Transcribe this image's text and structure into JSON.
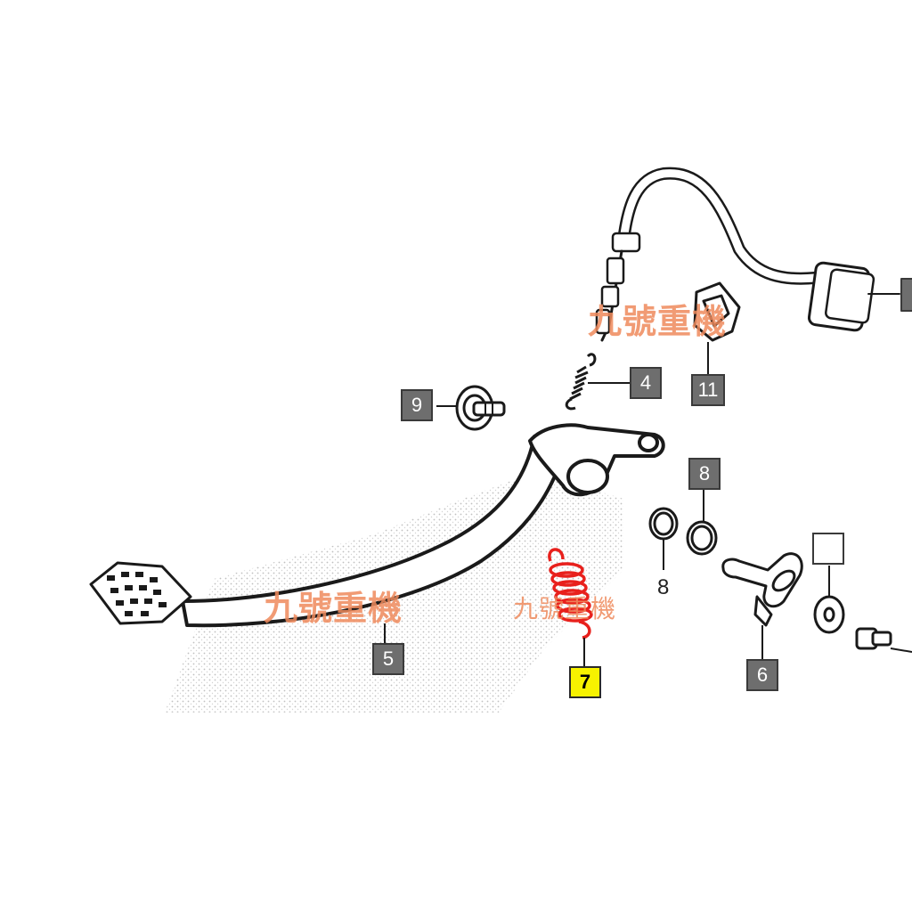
{
  "diagram": {
    "callouts": [
      {
        "id": "4",
        "label": "4",
        "highlighted": false
      },
      {
        "id": "5",
        "label": "5",
        "highlighted": false
      },
      {
        "id": "6",
        "label": "6",
        "highlighted": false
      },
      {
        "id": "7",
        "label": "7",
        "highlighted": true
      },
      {
        "id": "8",
        "label": "8",
        "highlighted": false
      },
      {
        "id": "9",
        "label": "9",
        "highlighted": false
      },
      {
        "id": "11",
        "label": "11",
        "highlighted": false
      }
    ],
    "plain_labels": {
      "washer_8": "8"
    },
    "watermark": {
      "text": "九號重機"
    },
    "colors": {
      "highlight": "#f7f200",
      "callout_fill": "#6e6e6e",
      "spring_highlight": "#e8201c",
      "watermark": "#ef8a5c",
      "line_art": "#1a1a1a"
    }
  }
}
